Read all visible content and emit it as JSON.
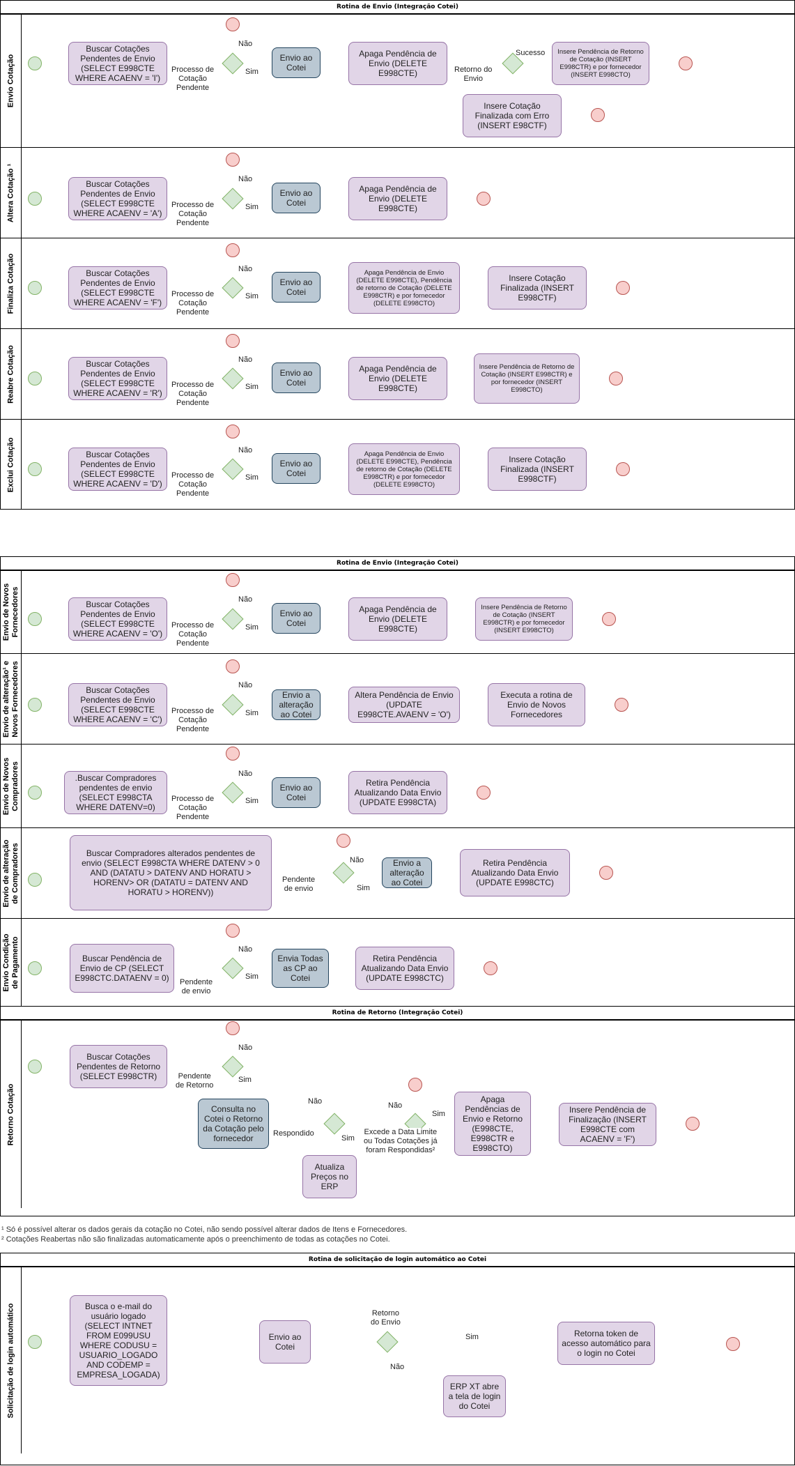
{
  "pools": {
    "envio1_title": "Rotina de Envio (Integração Cotei)",
    "envio2_title": "Rotina de Envio (Integração Cotei)",
    "retorno_title": "Rotina de Retorno (Integração Cotei)",
    "login_title": "Rotina de solicitação de login automático ao Cotei"
  },
  "lanes": {
    "envio_cotacao": "Envio Cotação",
    "altera_cotacao": "Altera Cotação ¹",
    "finaliza_cotacao": "Finaliza Cotação",
    "reabre_cotacao": "Reabre Cotação",
    "exclui_cotacao": "Exclui Cotação",
    "envio_novos_fornecedores": "Envio de Novos\nFornecedores",
    "envio_alteracao_novos_fornecedores": "Envio de alteração¹ e\nNovos Fornecedores",
    "envio_novos_compradores": "Envio de Novos\nCompradores",
    "envio_alteracao_compradores": "Envio de alteração\nde Compradores",
    "envio_condicao_pagamento": "Envio Condição\nde Pagamento",
    "retorno_cotacao": "Retorno Cotação",
    "solicitacao_login": "Solicitação de login automático"
  },
  "labels": {
    "nao": "Não",
    "sim": "Sim",
    "processo_cotacao_pendente": "Processo de\nCotação\nPendente",
    "retorno_do_envio": "Retorno do\nEnvio",
    "retorno_do_envio_login": "Retorno\ndo Envio",
    "sucesso": "Sucesso",
    "pendente_de_envio": "Pendente\nde envio",
    "pendente_de_retorno": "Pendente\nde Retorno",
    "respondido": "Respondido",
    "excede_data_limite": "Excede a Data Limite\nou Todas Cotações já\nforam Respondidas²"
  },
  "nodes": {
    "buscar_I": "Buscar Cotações Pendentes de Envio (SELECT E998CTE WHERE ACAENV = 'I')",
    "buscar_A": "Buscar Cotações Pendentes de Envio (SELECT E998CTE WHERE ACAENV = 'A')",
    "buscar_F": "Buscar Cotações Pendentes de Envio (SELECT E998CTE WHERE ACAENV = 'F')",
    "buscar_R": "Buscar Cotações Pendentes de Envio (SELECT E998CTE WHERE ACAENV = 'R')",
    "buscar_D": "Buscar Cotações Pendentes de Envio (SELECT E998CTE WHERE ACAENV = 'D')",
    "buscar_O": "Buscar Cotações Pendentes de Envio (SELECT E998CTE WHERE ACAENV = 'O')",
    "buscar_C": "Buscar Cotações Pendentes de Envio (SELECT E998CTE WHERE ACAENV = 'C')",
    "envio_ao_cotei": "Envio ao Cotei",
    "envio_alteracao_cotei": "Envio a alteração ao Cotei",
    "apaga_pendencia": "Apaga Pendência de Envio (DELETE E998CTE)",
    "insere_pend_retorno_fornecedor": "Insere Pendência de Retorno de Cotação (INSERT E998CTR) e por fornecedor (INSERT E998CTO)",
    "insere_cotacao_erro": "Insere Cotação Finalizada com Erro (INSERT E98CTF)",
    "apaga_pend_multi": "Apaga Pendência de Envio (DELETE E998CTE), Pendência de retorno de Cotação (DELETE E998CTR) e por fornecedor (DELETE E998CTO)",
    "insere_cotacao_finalizada": "Insere Cotação Finalizada (INSERT E998CTF)",
    "insere_pend_retorno_reabre": "Insere Pendência de Retorno de Cotação (INSERT E998CTR) e por fornecedor (INSERT E998CTO)",
    "altera_pendencia": "Altera Pendência de Envio (UPDATE E998CTE.AVAENV = 'O')",
    "executa_rotina": "Executa a rotina de Envio de Novos Fornecedores",
    "buscar_compradores": ".Buscar Compradores pendentes de envio (SELECT E998CTA WHERE DATENV=0)",
    "retira_pendencia_cta": "Retira Pendência Atualizando Data Envio (UPDATE E998CTA)",
    "buscar_compradores_alterados": "Buscar Compradores alterados pendentes de envio (SELECT E998CTA WHERE DATENV > 0 AND (DATATU > DATENV AND HORATU > HORENV> OR (DATATU = DATENV AND HORATU > HORENV))",
    "retira_pendencia_ctc": "Retira Pendência Atualizando Data Envio (UPDATE E998CTC)",
    "buscar_pendencia_cp": "Buscar Pendência de Envio de CP (SELECT E998CTC.DATAENV = 0)",
    "envia_todas_cp": "Envia Todas as CP ao Cotei",
    "retira_pendencia_ctc2": "Retira Pendência Atualizando Data Envio (UPDATE E998CTC)",
    "buscar_retorno": "Buscar Cotações Pendentes de Retorno (SELECT E998CTR)",
    "consulta_cotei": "Consulta no Cotei o Retorno da Cotação pelo fornecedor",
    "atualiza_precos": "Atualiza Preços no ERP",
    "apaga_pend_envio_retorno": "Apaga Pendências de Envio e Retorno (E998CTE, E998CTR e E998CTO)",
    "insere_pend_finalizacao": "Insere Pendência de Finalização (INSERT E998CTE com ACAENV = 'F')",
    "busca_email": "Busca o e-mail do usuário logado (SELECT INTNET FROM E099USU WHERE CODUSU = USUARIO_LOGADO AND CODEMP = EMPRESA_LOGADA)",
    "envio_ao_cotei_login": "Envio ao Cotei",
    "retorna_token": "Retorna token de acesso automático para o login no Cotei",
    "erp_abre_tela": "ERP XT abre a tela de login do Cotei"
  },
  "notes": {
    "note1": "¹ Só é possível alterar os dados gerais da cotação no Cotei, não sendo possível alterar dados de Itens e Fornecedores.",
    "note2": "² Cotações Reabertas não são finalizadas automaticamente após o preenchimento de todas as cotações no Cotei."
  },
  "colors": {
    "purple_fill": "#e1d5e7",
    "purple_stroke": "#9673a6",
    "blue_fill": "#bac8d3",
    "blue_stroke": "#23445d",
    "green_fill": "#d5e8d4",
    "green_stroke": "#82b366",
    "red_fill": "#f8cecc",
    "red_stroke": "#b85450"
  }
}
